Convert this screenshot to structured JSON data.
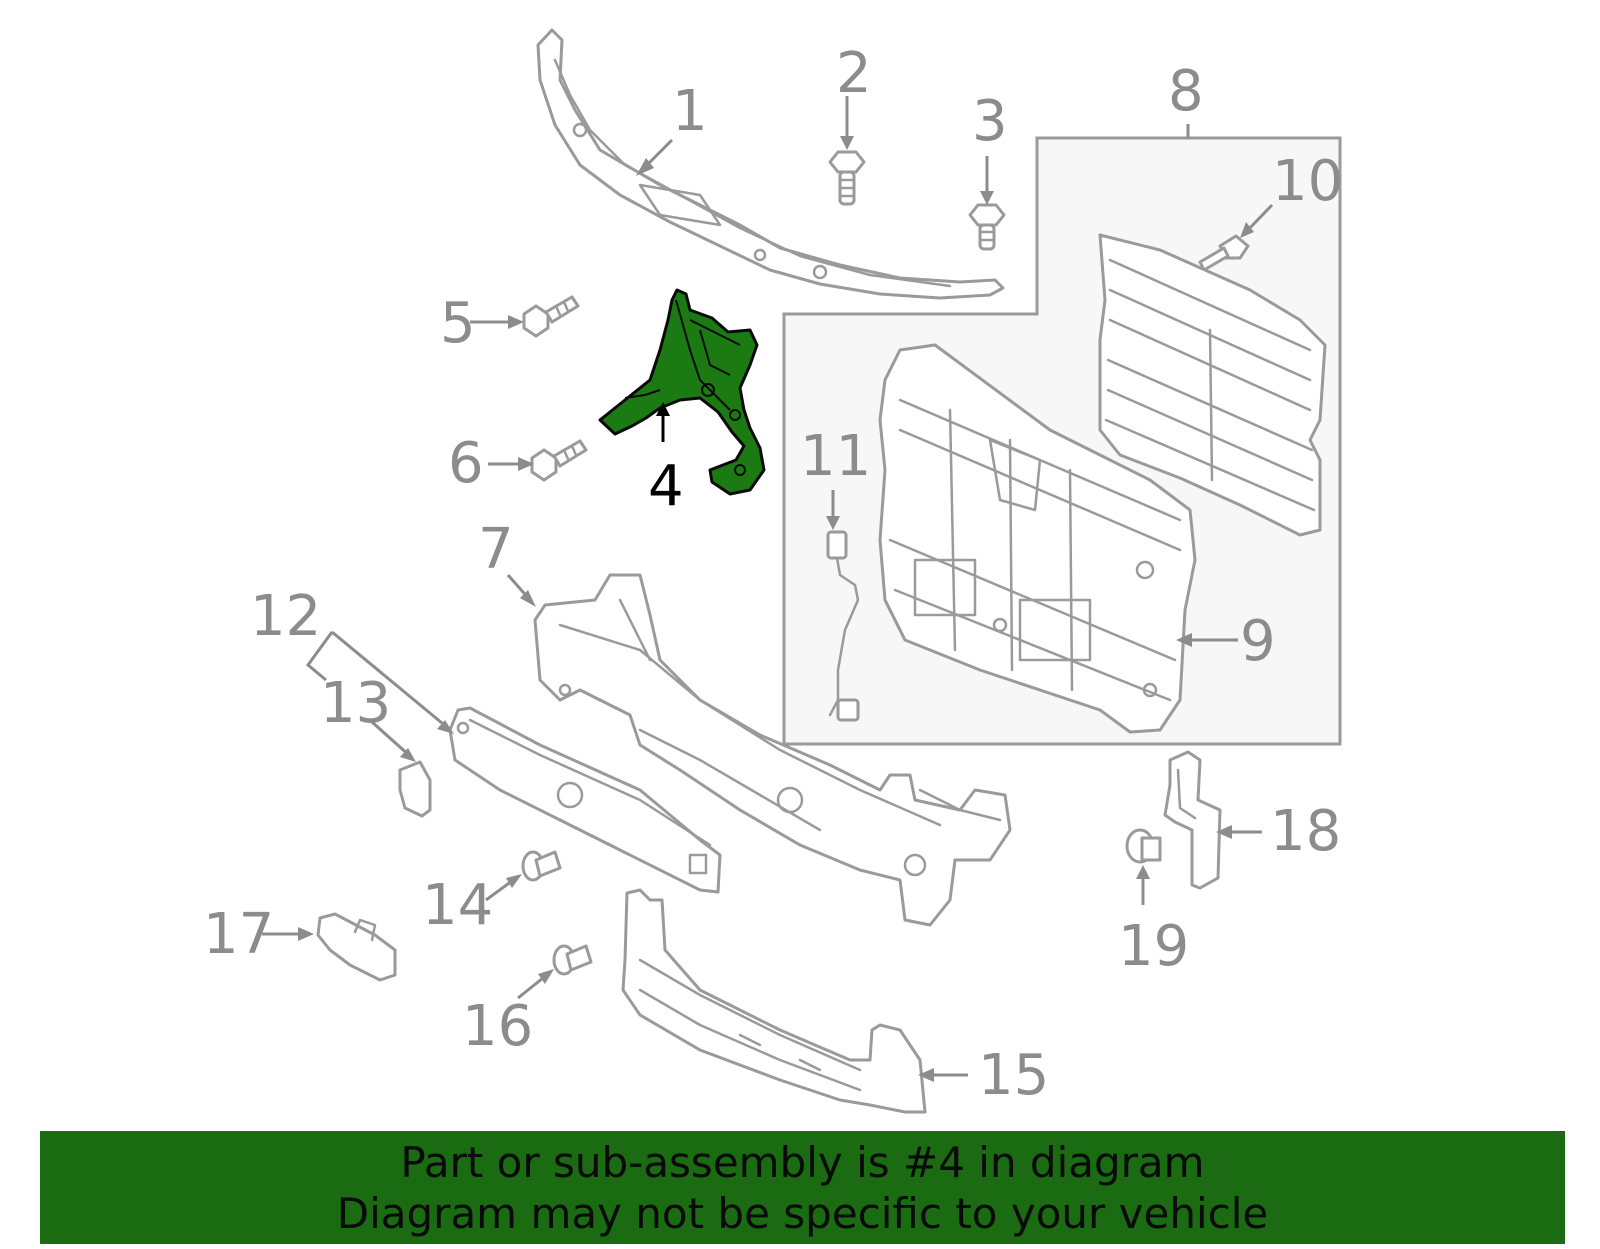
{
  "colors": {
    "highlight_fill": "#1c7a12",
    "banner_bg": "#1a6b12",
    "line_gray": "#9a9a9a",
    "label_gray": "#8c8c8c",
    "group_box_fill": "#f7f7f7"
  },
  "callouts": {
    "c1": "1",
    "c2": "2",
    "c3": "3",
    "c4": "4",
    "c5": "5",
    "c6": "6",
    "c7": "7",
    "c8": "8",
    "c9": "9",
    "c10": "10",
    "c11": "11",
    "c12": "12",
    "c13": "13",
    "c14": "14",
    "c15": "15",
    "c16": "16",
    "c17": "17",
    "c18": "18",
    "c19": "19"
  },
  "highlighted_callout": "4",
  "banner": {
    "line1": "Part or sub-assembly is #4 in diagram",
    "line2": "Diagram may not be specific to your vehicle"
  }
}
